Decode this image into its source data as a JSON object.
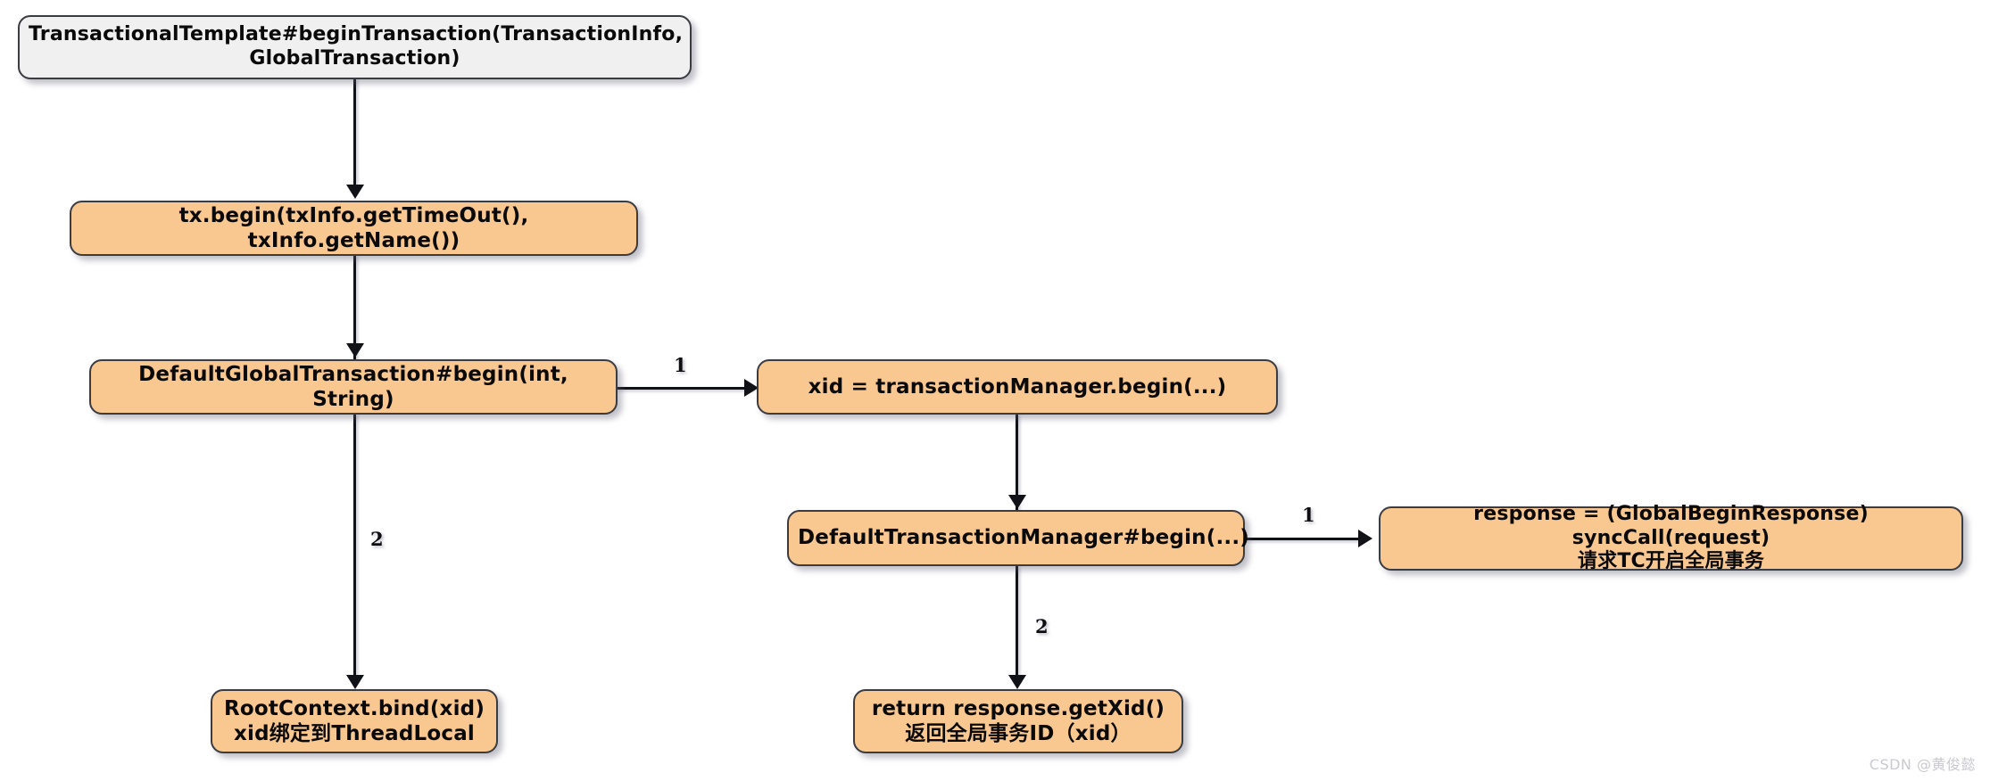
{
  "diagram": {
    "title": "Seata global transaction begin flow",
    "background_color": "#ffffff",
    "node_fill_orange": "#f9c890",
    "node_fill_grey": "#f0f0f0",
    "node_border_color": "#3b3b42",
    "connector_color": "#111118",
    "nodes": [
      {
        "id": "transactional-template",
        "text": "TransactionalTemplate#beginTransaction(TransactionInfo,\nGlobalTransaction)"
      },
      {
        "id": "tx-begin",
        "text": "tx.begin(txInfo.getTimeOut(), txInfo.getName())"
      },
      {
        "id": "default-global-transaction-begin",
        "text": "DefaultGlobalTransaction#begin(int, String)"
      },
      {
        "id": "xid-transaction-manager-begin",
        "text": "xid = transactionManager.begin(...)"
      },
      {
        "id": "default-transaction-manager-begin",
        "text": "DefaultTransactionManager#begin(...)"
      },
      {
        "id": "response-sync-call",
        "text": "response = (GlobalBeginResponse) syncCall(request)\n请求TC开启全局事务"
      },
      {
        "id": "root-context-bind",
        "text": "RootContext.bind(xid)\nxid绑定到ThreadLocal"
      },
      {
        "id": "return-response-get-xid",
        "text": "return response.getXid()\n返回全局事务ID（xid）"
      }
    ],
    "edge_labels": {
      "global_tx_to_xid": "1",
      "global_tx_to_root_context": "2",
      "tm_to_response": "1",
      "tm_to_return_xid": "2"
    }
  },
  "watermark": {
    "text": "CSDN @黄俊懿"
  }
}
